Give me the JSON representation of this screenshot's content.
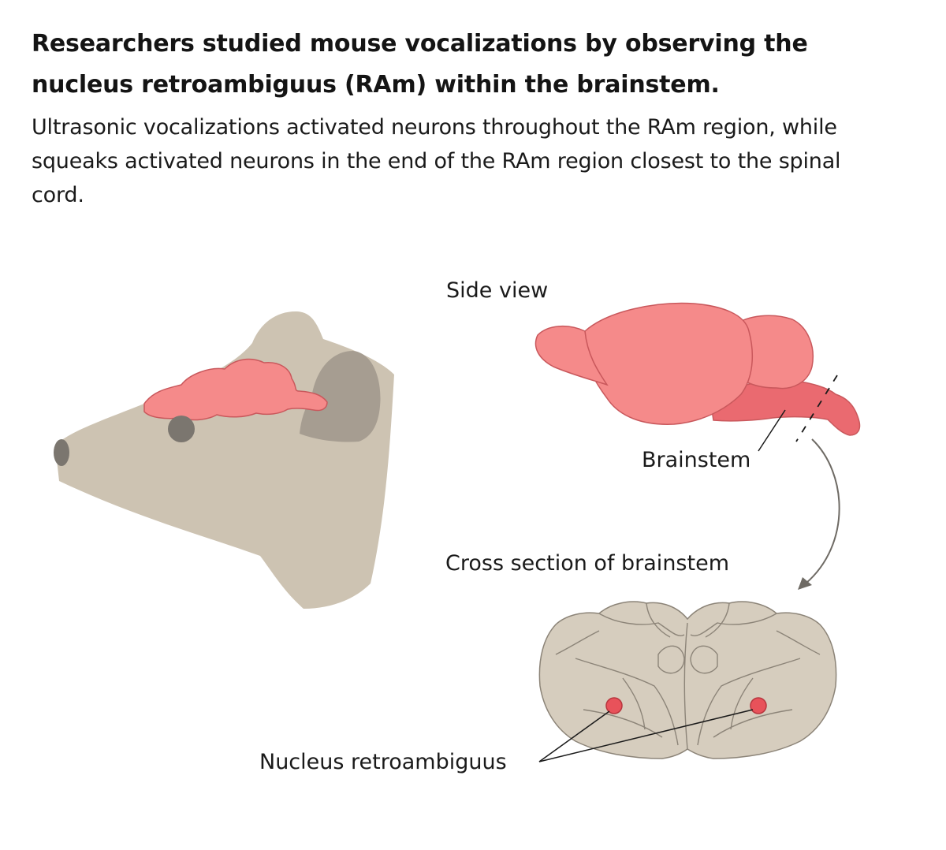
{
  "headline": "Researchers studied mouse vocalizations by observing the nucleus retroambiguus (RAm) within the brainstem.",
  "subheadline": "Ultrasonic vocalizations activated neurons throughout the RAm region, while squeaks activated neurons in the end of the RAm region closest to the spinal cord.",
  "labels": {
    "side_view": "Side view",
    "brainstem": "Brainstem",
    "cross_section": "Cross section of brainstem",
    "nucleus": "Nucleus retroambiguus"
  },
  "colors": {
    "skin": "#cdc3b2",
    "skin_dark": "#a69d91",
    "eye": "#7b766f",
    "brain": "#f58a8a",
    "brain_outline": "#c9585c",
    "brainstem": "#ea6a70",
    "section_fill": "#d6cdbe",
    "section_line": "#8c8478",
    "nucleus": "#e8525a"
  }
}
